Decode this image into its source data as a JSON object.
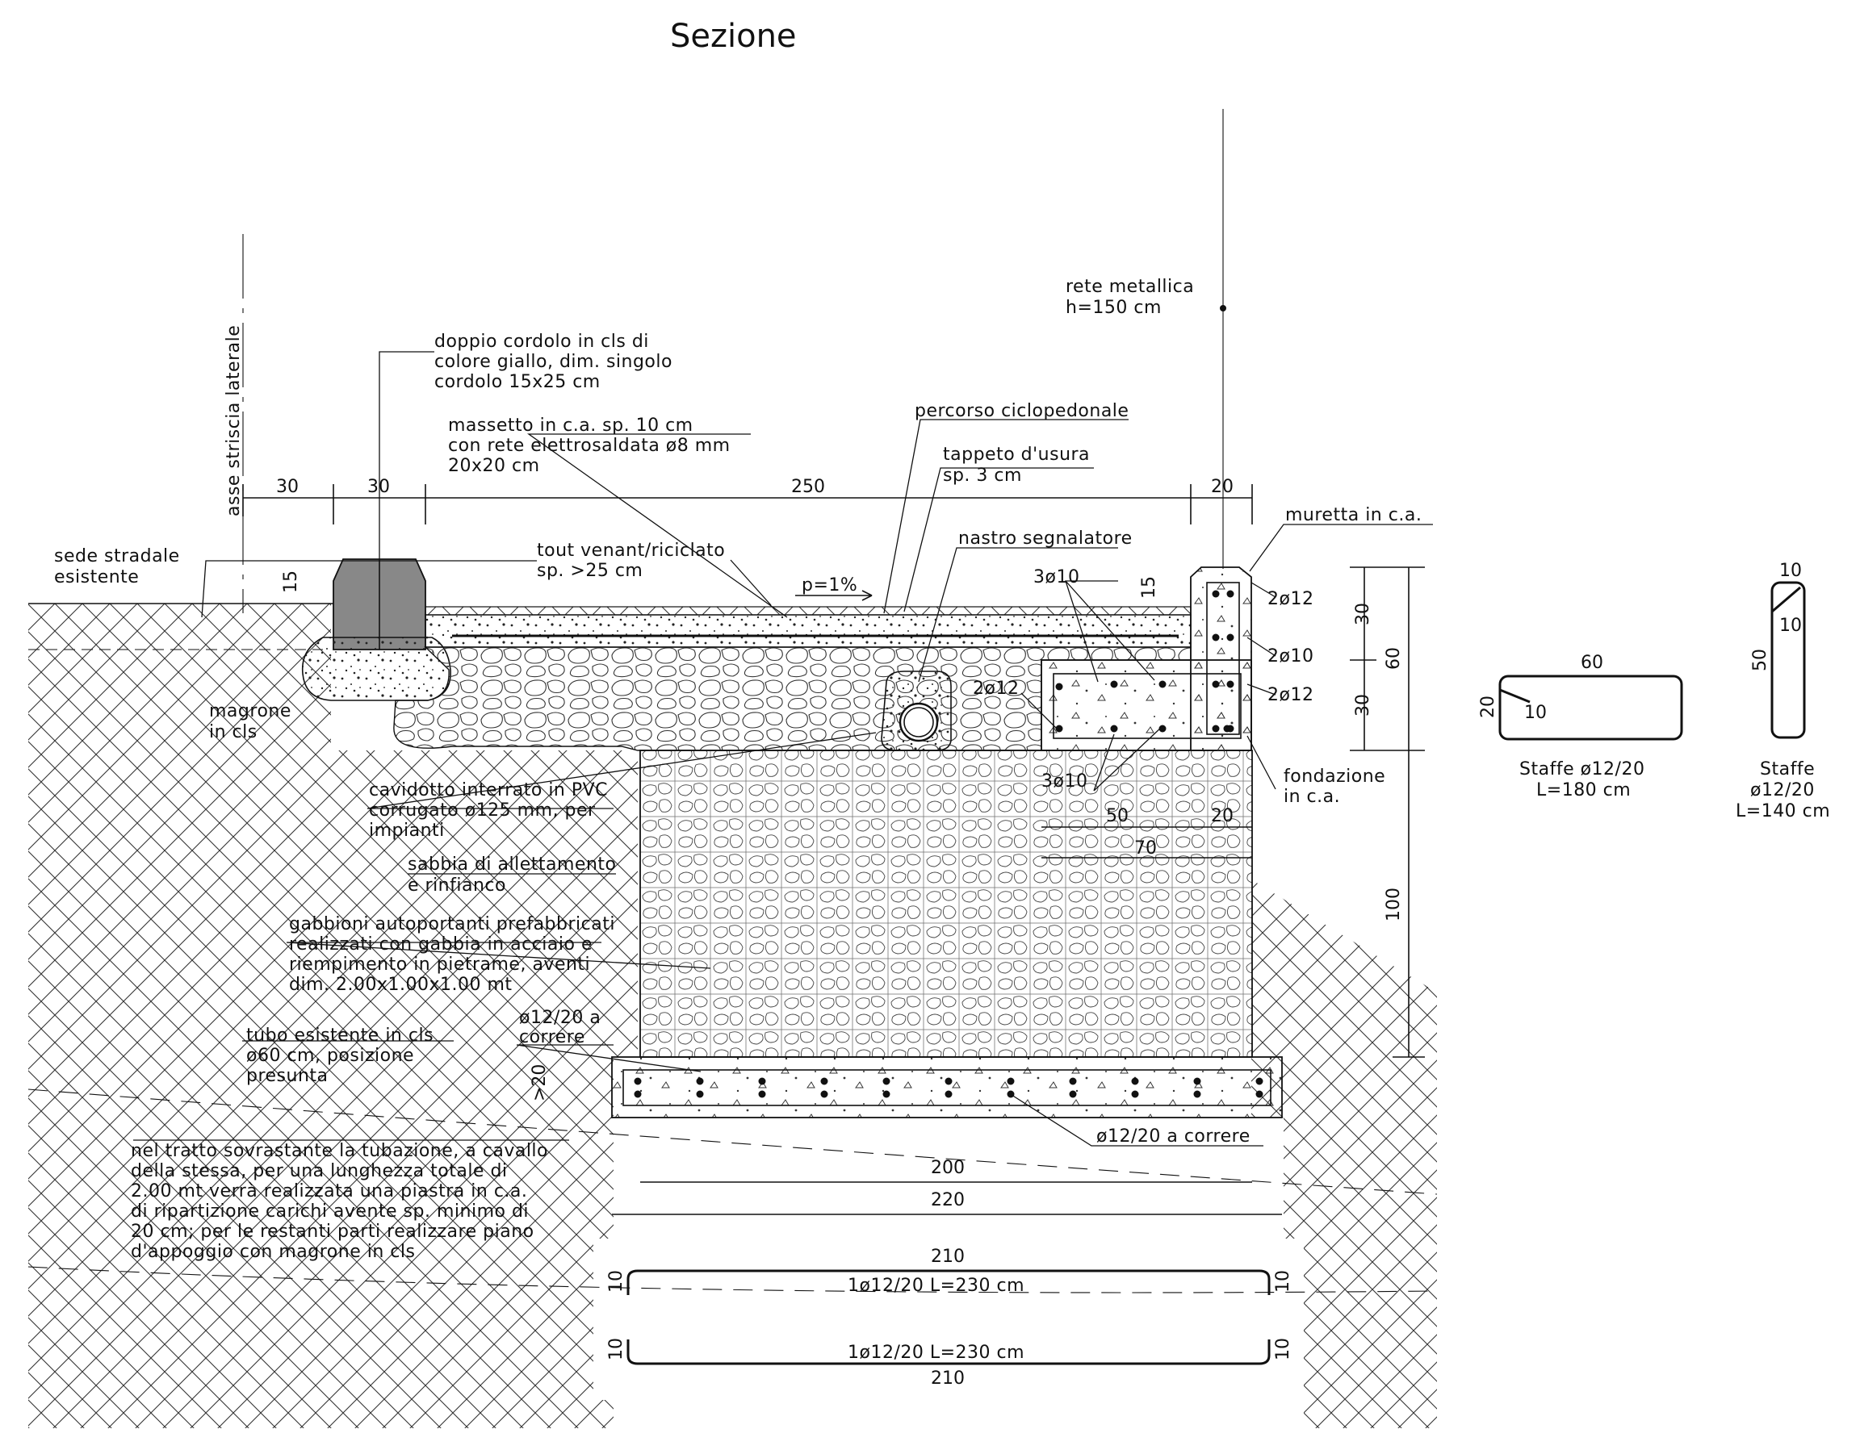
{
  "title": "Sezione",
  "labels": {
    "asse": "asse striscia laterale",
    "sede1": "sede stradale",
    "sede2": "esistente",
    "cordolo1": "doppio cordolo in cls di",
    "cordolo2": "colore giallo, dim. singolo",
    "cordolo3": "cordolo 15x25 cm",
    "massetto1": "massetto in c.a. sp. 10 cm",
    "massetto2": "con rete elettrosaldata ø8 mm",
    "massetto3": "20x20 cm",
    "percorso": "percorso ciclopedonale",
    "tappeto1": "tappeto d'usura",
    "tappeto2": "sp. 3 cm",
    "rete1": "rete metallica",
    "rete2": "h=150 cm",
    "tout1": "tout venant/riciclato",
    "tout2": "sp. >25 cm",
    "nastro": "nastro segnalatore",
    "pendenza": "p=1%",
    "muretta": "muretta in c.a.",
    "magrone1": "magrone",
    "magrone2": "in cls",
    "cavidotto1": "cavidotto interrato in PVC",
    "cavidotto2": "corrugato ø125 mm, per",
    "cavidotto3": "impianti",
    "sabbia1": "sabbia di allettamento",
    "sabbia2": "e rinfianco",
    "gabbioni1": "gabbioni autoportanti prefabbricati",
    "gabbioni2": "realizzati con gabbia in acciaio e",
    "gabbioni3": "riempimento in pietrame, aventi",
    "gabbioni4": "dim. 2.00x1.00x1.00 mt",
    "tubo1": "tubo esistente in cls",
    "tubo2": "ø60 cm, posizione",
    "tubo3": "presunta",
    "nota1": "nel tratto sovrastante la tubazione, a cavallo",
    "nota2": "della stessa, per una lunghezza totale di",
    "nota3": "2.00 mt verrà realizzata una piastra in c.a.",
    "nota4": "di ripartizione carichi avente sp. minimo di",
    "nota5": "20 cm; per le restanti parti realizzare piano",
    "nota6": "d'appoggio con magrone in cls",
    "phi_correre1": "ø12/20 a",
    "phi_correre2": "correre",
    "phi_correre_bot": "ø12/20 a correre",
    "fondazione1": "fondazione",
    "fondazione2": "in c.a.",
    "bar_3o10_top": "3ø10",
    "bar_3o10_bot": "3ø10",
    "bar_2o12_a": "2ø12",
    "bar_2o10": "2ø10",
    "bar_2o12_b": "2ø12",
    "bar_2o12_left": "2ø12",
    "staffe1_title": "Staffe ø12/20",
    "staffe1_len": "L=180 cm",
    "staffe2_title1": "Staffe",
    "staffe2_title2": "ø12/20",
    "staffe2_len": "L=140 cm",
    "bar1": "1ø12/20 L=230 cm",
    "bar2": "1ø12/20 L=230 cm"
  },
  "dims": {
    "d30a": "30",
    "d30b": "30",
    "d250": "250",
    "d20top": "20",
    "d15left": "15",
    "d15wall": "15",
    "d30r1": "30",
    "d60": "60",
    "d30r2": "30",
    "d100": "100",
    "d50": "50",
    "d20b": "20",
    "d70": "70",
    "d20slab": ">20",
    "d200": "200",
    "d220": "220",
    "d210a": "210",
    "d210b": "210",
    "b10a": "10",
    "b10b": "10",
    "b10c": "10",
    "b10d": "10",
    "s60": "60",
    "s20": "20",
    "s10a": "10",
    "s10top": "10",
    "s10b": "10",
    "s50": "50"
  }
}
